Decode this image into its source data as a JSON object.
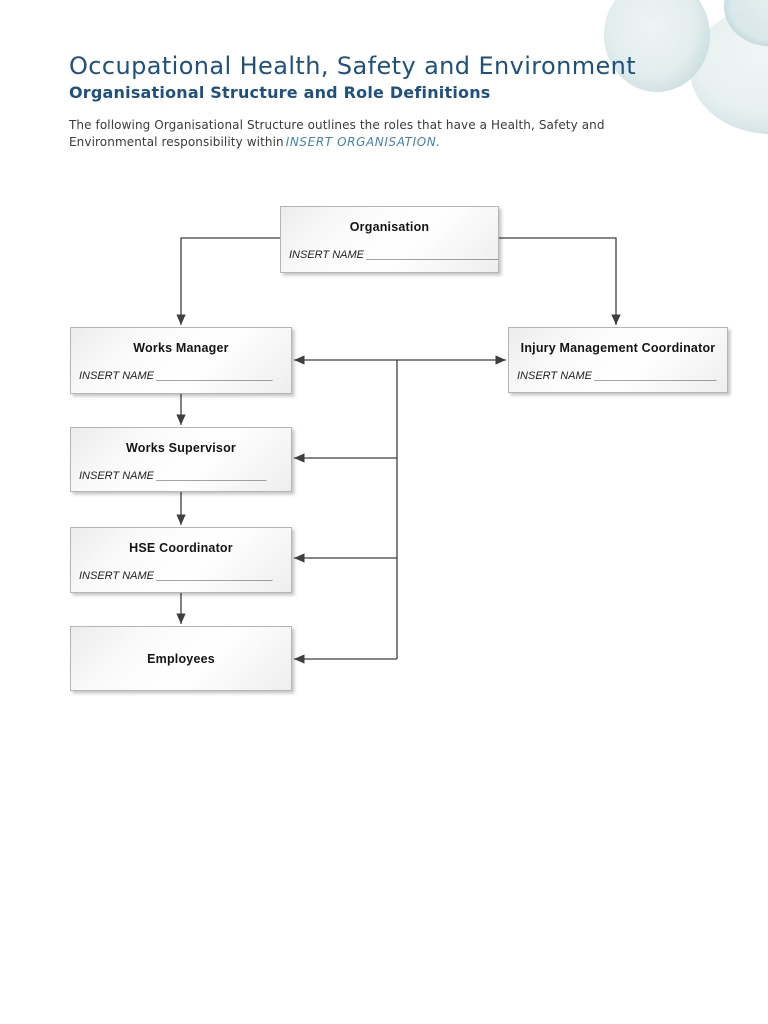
{
  "header": {
    "title": "Occupational Health, Safety and Environment",
    "subtitle": "Organisational Structure and Role Definitions"
  },
  "intro": {
    "line1": "The following Organisational Structure outlines the roles that have a Health, Safety and",
    "line2": "Environmental responsibility within",
    "placeholder": "INSERT ORGANISATION."
  },
  "org_chart": {
    "nodes": {
      "organisation": {
        "title": "Organisation",
        "name_line": "INSERT NAME _______________________"
      },
      "works_manager": {
        "title": "Works Manager",
        "name_line": "INSERT NAME ___________________"
      },
      "injury_management_coordinator": {
        "title": "Injury Management Coordinator",
        "name_line": "INSERT NAME ____________________"
      },
      "works_supervisor": {
        "title": "Works Supervisor",
        "name_line": "INSERT NAME __________________"
      },
      "hse_coordinator": {
        "title": "HSE Coordinator",
        "name_line": "INSERT NAME ___________________"
      },
      "employees": {
        "title": "Employees"
      }
    },
    "edges": [
      "Organisation -> Works Manager",
      "Organisation -> Injury Management Coordinator",
      "Works Manager <-> Injury Management Coordinator",
      "Works Manager -> Works Supervisor",
      "Works Supervisor -> HSE Coordinator",
      "HSE Coordinator -> Employees",
      "Injury Management Coordinator -> Works Supervisor",
      "Injury Management Coordinator -> HSE Coordinator",
      "Injury Management Coordinator -> Employees"
    ]
  },
  "colors": {
    "heading_blue": "#1e5180",
    "accent_italic_blue": "#4183ad",
    "body_text": "#3b3b3b",
    "connector_line": "#3f3f3f",
    "box_border": "#b5b5b5",
    "bubble_rim_teal": "#9ec0c6"
  }
}
